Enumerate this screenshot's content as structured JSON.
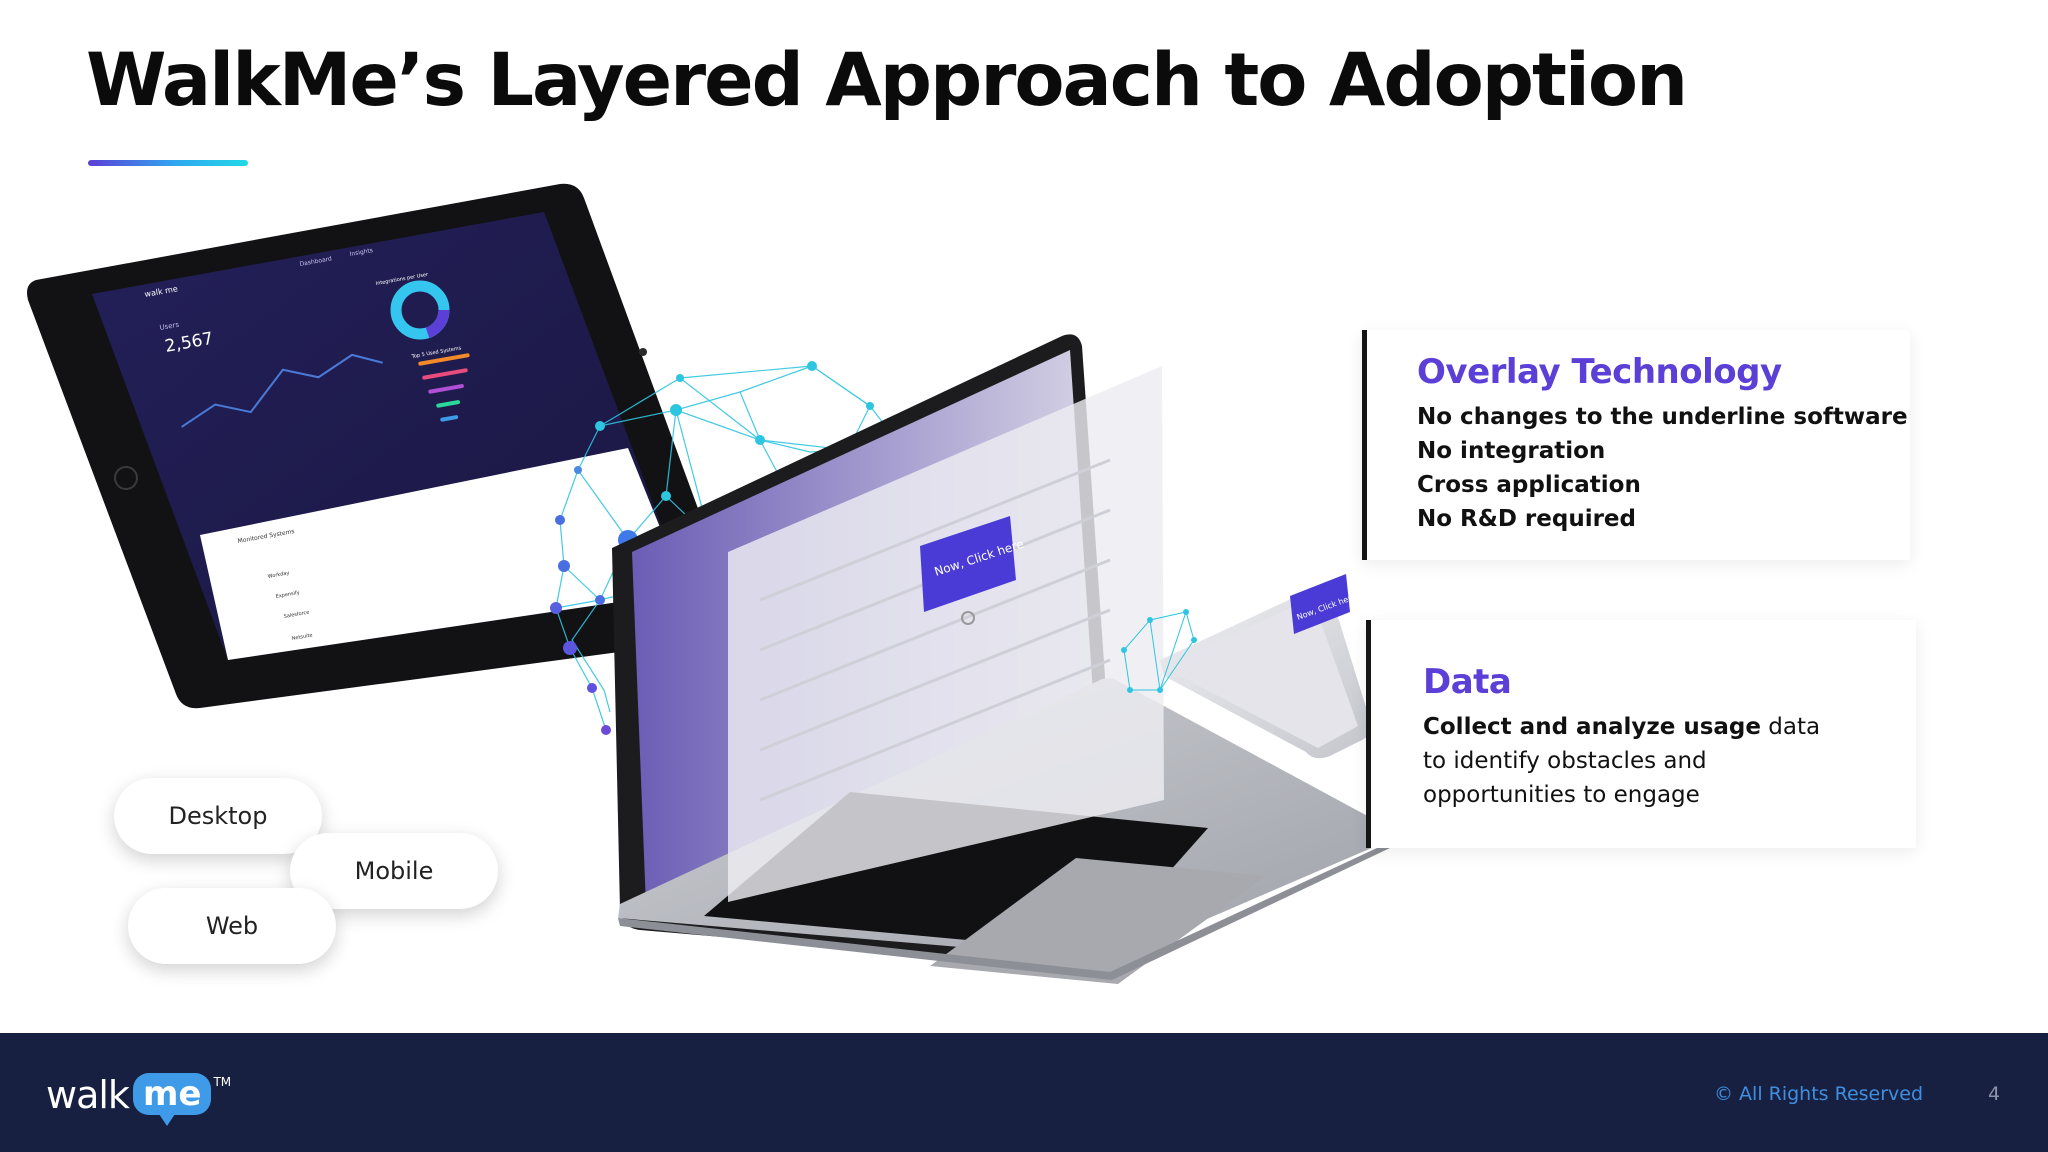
{
  "slide": {
    "title": "WalkMe’s Layered Approach to Adoption"
  },
  "tablet_screen": {
    "logo": "walk me",
    "tabs": [
      "Dashboard",
      "Insights"
    ],
    "users_label": "Users",
    "users_count": "2,567",
    "chart_title": "Integrations per User",
    "top_systems_label": "Top 5 Used Systems",
    "monitored_label": "Monitored Systems",
    "apps": [
      "Workday",
      "Expensify",
      "Salesforce",
      "Netsuite"
    ]
  },
  "laptop_screen": {
    "callout": "Now, Click here"
  },
  "phone_screen": {
    "callout": "Now, Click here"
  },
  "platforms": [
    "Desktop",
    "Mobile",
    "Web"
  ],
  "cards": {
    "overlay": {
      "title": "Overlay Technology",
      "lines": [
        "No changes to the underline software",
        "No integration",
        "Cross application",
        "No R&D required"
      ]
    },
    "data": {
      "title": "Data",
      "line1_bold": "Collect and analyze usage",
      "line1_rest": " data",
      "line2": "to identify obstacles and",
      "line3": "opportunities to engage"
    }
  },
  "footer": {
    "logo_walk": "walk",
    "logo_me": "me",
    "logo_tm": "TM",
    "rights": "© All Rights Reserved",
    "page_number": "4"
  },
  "colors": {
    "accent_purple": "#5b3fd6",
    "accent_blue": "#3f9be8",
    "footer_bg": "#182041",
    "network_cyan": "#2ec5e0"
  }
}
